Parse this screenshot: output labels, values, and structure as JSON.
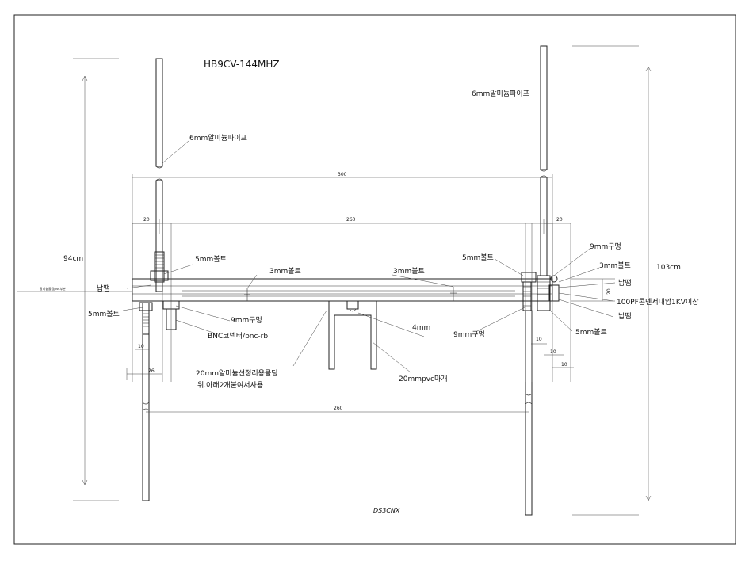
{
  "title": "HB9CV-144MHZ",
  "signature": "DS3CNX",
  "labels": {
    "pipe_left": "6mm알미늄파이프",
    "pipe_right": "6mm알미늄파이프",
    "len_left": "94cm",
    "len_right": "103cm",
    "bolt5_left_top": "5mm볼트",
    "bolt5_left_bottom": "5mm볼트",
    "bolt5_right_top": "5mm볼트",
    "bolt5_right_bottom": "5mm볼트",
    "bolt3_left": "3mm볼트",
    "bolt3_mid": "3mm볼트",
    "bolt3_right": "3mm볼트",
    "solder_left": "납땜",
    "solder_right_top": "납땜",
    "solder_right_bottom": "납땜",
    "hole9_left": "9mm구멍",
    "hole9_mid": "9mm구멍",
    "hole9_right": "9mm구멍",
    "bnc": "BNC코넥터/bnc-rb",
    "molding_1": "20mm알미늄선정리용몰딩",
    "molding_2": "위.아래2개붙여서사용",
    "mount": "20mmpvc마개",
    "gap": "4mm",
    "cap": "100PF콘덴서내압1KV이상",
    "tiny_left": "알미늄몰딩pvc부분"
  },
  "dimensions": {
    "d300": "300",
    "d260_top": "260",
    "d260_bottom": "260",
    "d20_left": "20",
    "d20_right": "20",
    "d10_left": "10",
    "d26": "26",
    "d10_r1": "10",
    "d10_r2": "10",
    "d10_r3": "10"
  }
}
